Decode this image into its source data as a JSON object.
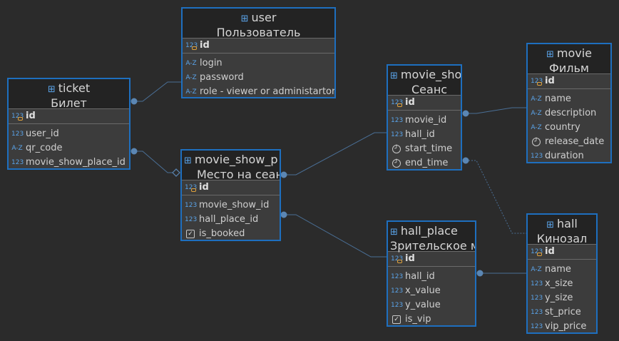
{
  "entities": {
    "user": {
      "name": "user",
      "subtitle": "Пользователь",
      "pk": "id",
      "columns": [
        {
          "type": "A-Z",
          "name": "login"
        },
        {
          "type": "A-Z",
          "name": "password"
        },
        {
          "type": "A-Z",
          "name": "role - viewer or administartor"
        }
      ]
    },
    "ticket": {
      "name": "ticket",
      "subtitle": "Билет",
      "pk": "id",
      "columns": [
        {
          "type": "123",
          "name": "user_id"
        },
        {
          "type": "A-Z",
          "name": "qr_code"
        },
        {
          "type": "123",
          "name": "movie_show_place_id"
        }
      ]
    },
    "movie_show_place": {
      "name": "movie_show_p",
      "subtitle": "Место на сеанс",
      "pk": "id",
      "columns": [
        {
          "type": "123",
          "name": "movie_show_id"
        },
        {
          "type": "123",
          "name": "hall_place_id"
        },
        {
          "type": "check",
          "name": "is_booked"
        }
      ]
    },
    "movie_show": {
      "name": "movie_sho",
      "subtitle": "Сеанс",
      "pk": "id",
      "columns": [
        {
          "type": "123",
          "name": "movie_id"
        },
        {
          "type": "123",
          "name": "hall_id"
        },
        {
          "type": "clock",
          "name": "start_time"
        },
        {
          "type": "clock",
          "name": "end_time"
        }
      ]
    },
    "movie": {
      "name": "movie",
      "subtitle": "Фильм",
      "pk": "id",
      "columns": [
        {
          "type": "A-Z",
          "name": "name"
        },
        {
          "type": "A-Z",
          "name": "description"
        },
        {
          "type": "A-Z",
          "name": "country"
        },
        {
          "type": "clock",
          "name": "release_date"
        },
        {
          "type": "123",
          "name": "duration"
        }
      ]
    },
    "hall_place": {
      "name": "hall_place",
      "subtitle": "Зрительское м",
      "pk": "id",
      "columns": [
        {
          "type": "123",
          "name": "hall_id"
        },
        {
          "type": "123",
          "name": "x_value"
        },
        {
          "type": "123",
          "name": "y_value"
        },
        {
          "type": "check",
          "name": "is_vip"
        }
      ]
    },
    "hall": {
      "name": "hall",
      "subtitle": "Кинозал",
      "pk": "id",
      "columns": [
        {
          "type": "A-Z",
          "name": "name"
        },
        {
          "type": "123",
          "name": "x_size"
        },
        {
          "type": "123",
          "name": "y_size"
        },
        {
          "type": "123",
          "name": "st_price"
        },
        {
          "type": "123",
          "name": "vip_price"
        }
      ]
    }
  },
  "relationships": [
    {
      "from": "ticket",
      "to": "user",
      "style": "solid"
    },
    {
      "from": "ticket",
      "to": "movie_show_place",
      "style": "solid"
    },
    {
      "from": "movie_show_place",
      "to": "movie_show",
      "style": "solid"
    },
    {
      "from": "movie_show_place",
      "to": "hall_place",
      "style": "solid"
    },
    {
      "from": "movie_show",
      "to": "movie",
      "style": "solid"
    },
    {
      "from": "movie_show",
      "to": "hall",
      "style": "dashed"
    },
    {
      "from": "hall_place",
      "to": "hall",
      "style": "solid"
    }
  ],
  "colors": {
    "background": "#2b2b2b",
    "entity_border": "#1e6fbf",
    "entity_header": "#232323",
    "entity_body": "#3c3c3c",
    "link": "#4a6f96",
    "link_dot": "#5b86b3",
    "type_icon": "#5aa3e8"
  }
}
